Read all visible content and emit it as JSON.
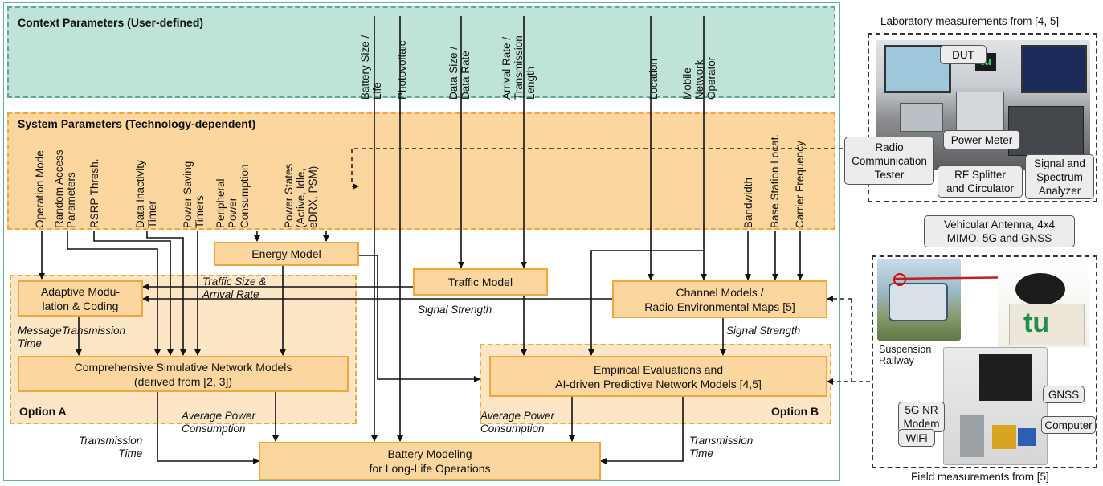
{
  "context": {
    "title": "Context Parameters (User-defined)"
  },
  "system": {
    "title": "System Parameters (Technology-dependent)"
  },
  "context_params": [
    {
      "label": "Battery Size /\nLife"
    },
    {
      "label": "Photovoltaic"
    },
    {
      "label": "Data Size /\nData Rate"
    },
    {
      "label": "Arrival Rate /\nTransmission\nLength"
    },
    {
      "label": "Location"
    },
    {
      "label": "Mobile\nNetwork\nOperator"
    }
  ],
  "system_params": [
    {
      "label": "Operation Mode"
    },
    {
      "label": "Random Access\nParameters"
    },
    {
      "label": "RSRP Thresh."
    },
    {
      "label": "Data Inactivity\nTimer"
    },
    {
      "label": "Power Saving\nTimers"
    },
    {
      "label": "Peripheral\nPower\nConsumption"
    },
    {
      "label": "Power States\n(Active, Idle,\neDRX, PSM)"
    },
    {
      "label": "Bandwidth"
    },
    {
      "label": "Base Station Locat."
    },
    {
      "label": "Carrier Frequency"
    }
  ],
  "boxes": {
    "energy_model": "Energy Model",
    "traffic_model": "Traffic Model",
    "channel_models": "Channel Models /\nRadio Environmental Maps [5]",
    "adaptive": "Adaptive Modu-\nlation & Coding",
    "simulative": "Comprehensive Simulative Network Models\n(derived from [2, 3])",
    "empirical": "Empirical Evaluations and\nAI-driven Predictive Network Models [4,5]",
    "battery": "Battery Modeling\nfor Long-Life Operations"
  },
  "options": {
    "a": "Option A",
    "b": "Option B"
  },
  "edge_labels": {
    "traffic_size": "Traffic Size &\nArrival Rate",
    "signal_strength_left": "Signal Strength",
    "signal_strength_right": "Signal Strength",
    "message_tx": "MessageTransmission\nTime",
    "avg_power_a": "Average Power\nConsumption",
    "avg_power_b": "Average Power\nConsumption",
    "tx_time_left": "Transmission\nTime",
    "tx_time_right": "Transmission\nTime"
  },
  "lab": {
    "title": "Laboratory measurements from [4, 5]",
    "callouts": {
      "dut": "DUT",
      "radio_tester": "Radio\nCommunication\nTester",
      "power_meter": "Power Meter",
      "rf_splitter": "RF Splitter\nand Circulator",
      "spectrum": "Signal and\nSpectrum\nAnalyzer"
    },
    "logo": "tu"
  },
  "field": {
    "title": "Field measurements from [5]",
    "antenna": "Vehicular Antenna, 4x4\nMIMO, 5G and GNSS",
    "railway": "Suspension\nRailway",
    "callouts": {
      "gnss": "GNSS",
      "modem": "5G NR\nModem",
      "computer": "Computer",
      "wifi": "WiFi"
    },
    "logo": "tu"
  }
}
